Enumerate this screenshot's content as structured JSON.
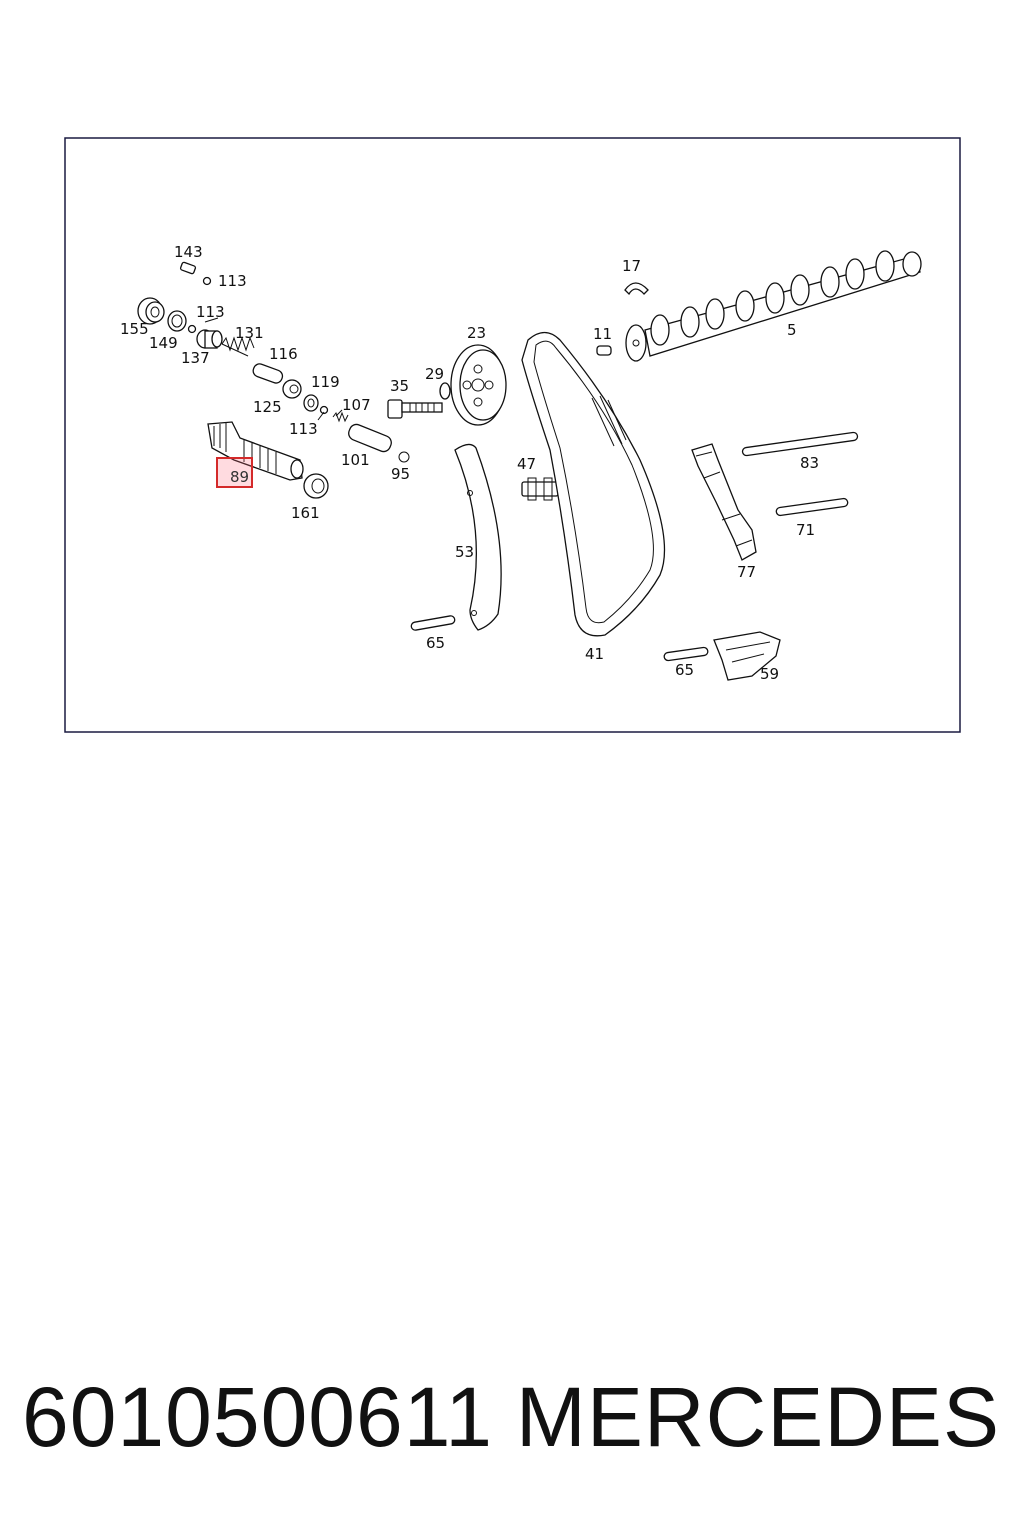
{
  "diagram": {
    "highlighted_label": "89",
    "labels": [
      "143",
      "113",
      "155",
      "149",
      "113",
      "137",
      "131",
      "116",
      "125",
      "119",
      "113",
      "107",
      "101",
      "95",
      "89",
      "161",
      "35",
      "29",
      "23",
      "17",
      "11",
      "5",
      "47",
      "53",
      "65",
      "41",
      "83",
      "71",
      "77",
      "65",
      "59"
    ]
  },
  "footer": {
    "part_number": "6010500611",
    "brand": "MERCEDES"
  }
}
